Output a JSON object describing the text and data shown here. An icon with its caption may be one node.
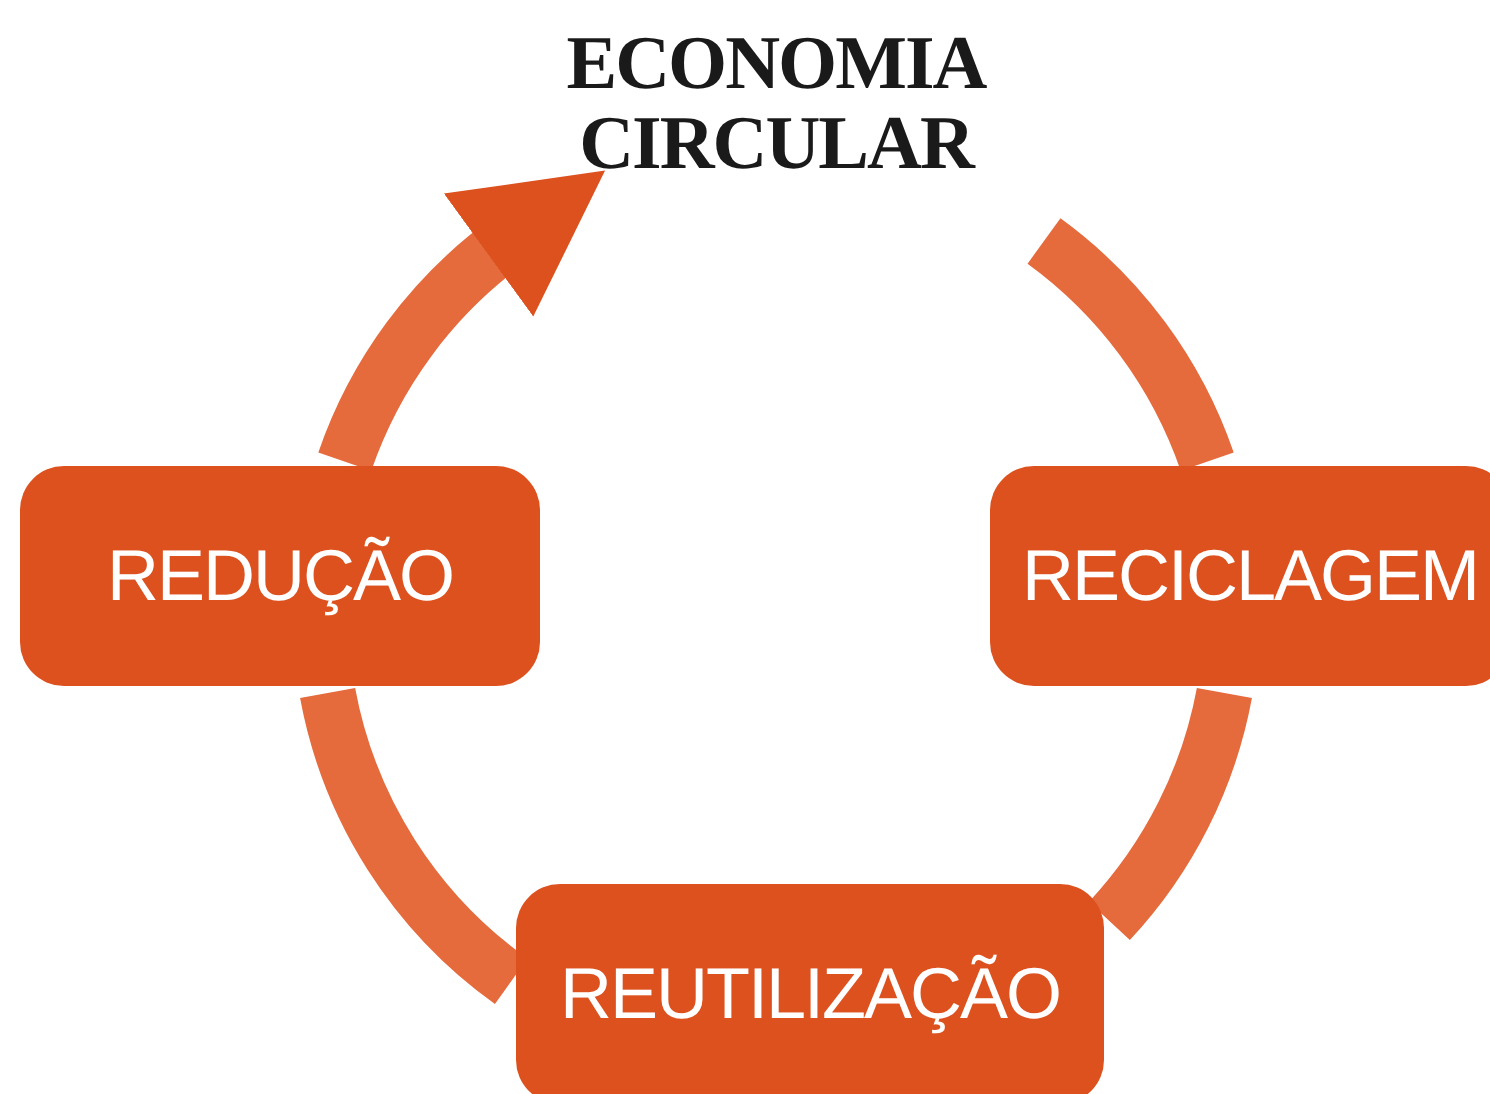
{
  "diagram": {
    "title": "ECONOMIA CIRCULAR",
    "nodes": [
      {
        "text": [
          "REDUÇÃO"
        ]
      },
      {
        "text": [
          "RECICLAGEM"
        ]
      },
      {
        "text": [
          "REUTILIZAÇÃO"
        ]
      }
    ],
    "edges": [
      {
        "from": null,
        "to": 1,
        "arrow": "none"
      },
      {
        "from": 1,
        "to": 2,
        "arrow": "none"
      },
      {
        "from": 2,
        "to": 0,
        "arrow": "none"
      },
      {
        "from": 0,
        "to": null,
        "arrow": "to"
      }
    ]
  }
}
